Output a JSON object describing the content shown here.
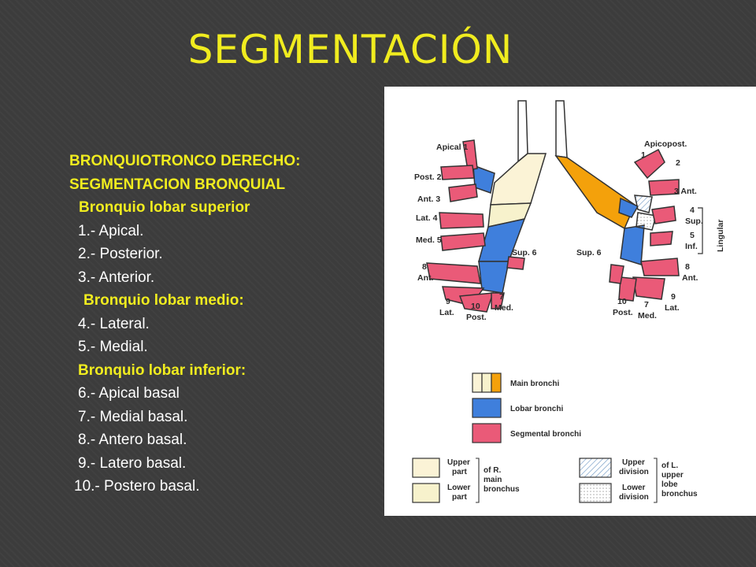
{
  "title": "SEGMENTACIÓN",
  "text": {
    "header1": "BRONQUIOTRONCO DERECHO:",
    "header2": "SEGMENTACION BRONQUIAL",
    "upper_lobe": "Bronquio lobar superior",
    "items_upper": [
      "1.- Apical.",
      "2.- Posterior.",
      "3.- Anterior."
    ],
    "middle_lobe": "Bronquio lobar medio:",
    "items_middle": [
      "4.- Lateral.",
      "5.- Medial."
    ],
    "lower_lobe": "Bronquio lobar inferior:",
    "items_lower": [
      "6.- Apical basal",
      "7.- Medial basal.",
      "8.- Antero basal.",
      "9.- Latero basal.",
      "10.- Postero basal."
    ]
  },
  "diagram": {
    "left_labels": {
      "apical": "Apical 1",
      "post2": "Post. 2.",
      "ant3": "Ant. 3",
      "lat4": "Lat. 4",
      "med5": "Med. 5",
      "n8": "8",
      "ant": "Ant.",
      "n9": "9",
      "lat": "Lat.",
      "n10": "10",
      "post": "Post.",
      "n7": "7",
      "med": "Med.",
      "sup6": "Sup. 6"
    },
    "right_labels": {
      "apicopost": "Apicopost.",
      "n1": "1",
      "n2": "2",
      "ant3": "3 Ant.",
      "n4": "4",
      "sup": "Sup.",
      "n5": "5",
      "inf": "Inf.",
      "lingular": "Lingular",
      "n8": "8",
      "ant": "Ant.",
      "n9": "9",
      "lat": "Lat.",
      "n10": "10",
      "post": "Post.",
      "n7": "7",
      "med": "Med.",
      "sup6": "Sup. 6"
    },
    "legend": {
      "main": "Main bronchi",
      "lobar": "Lobar bronchi",
      "segmental": "Segmental bronchi",
      "upper_part_1": "Upper",
      "upper_part_2": "part",
      "lower_part_1": "Lower",
      "lower_part_2": "part",
      "of_r_1": "of R.",
      "of_r_2": "main",
      "of_r_3": "bronchus",
      "upper_div_1": "Upper",
      "upper_div_2": "division",
      "lower_div_1": "Lower",
      "lower_div_2": "division",
      "of_l_1": "of L.",
      "of_l_2": "upper",
      "of_l_3": "lobe",
      "of_l_4": "bronchus"
    },
    "colors": {
      "main": "#f4a10b",
      "lobar": "#3f7fdc",
      "segmental": "#ea5a78",
      "upper_part": "#fbf3d6",
      "lower_part": "#f7f2cc"
    }
  }
}
